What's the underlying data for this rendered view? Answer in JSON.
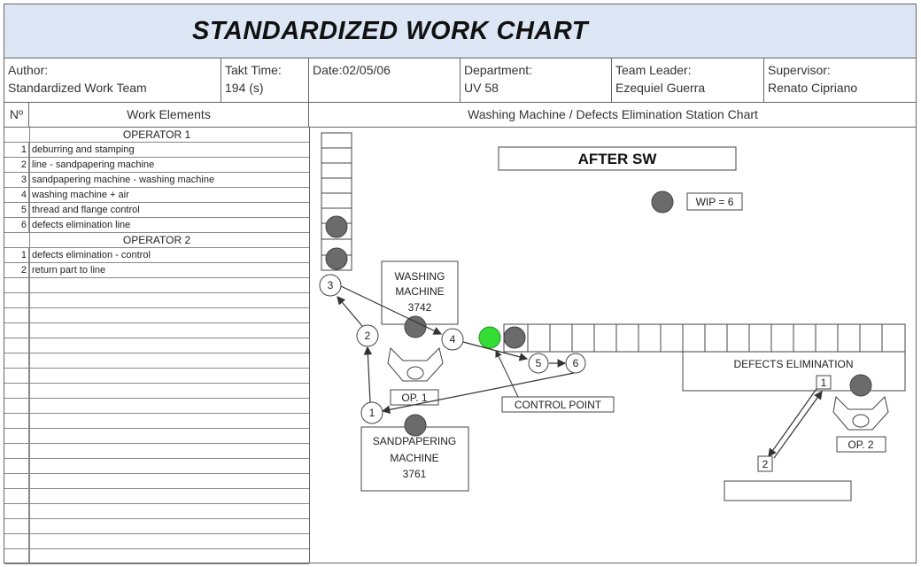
{
  "title": "STANDARDIZED WORK CHART",
  "header": {
    "author_label": "Author:",
    "author_value": "Standardized Work Team",
    "takt_label": "Takt Time:",
    "takt_value": "194 (s)",
    "date_label": "Date:02/05/06",
    "department_label": "Department:",
    "department_value": "UV 58",
    "team_leader_label": "Team Leader:",
    "team_leader_value": "Ezequiel Guerra",
    "supervisor_label": "Supervisor:",
    "supervisor_value": "Renato Cipriano"
  },
  "columns": {
    "no": "Nº",
    "elements": "Work Elements",
    "chart": "Washing Machine / Defects Elimination Station Chart"
  },
  "operator1": {
    "label": "OPERATOR 1",
    "steps": [
      {
        "n": "1",
        "text": "deburring and stamping"
      },
      {
        "n": "2",
        "text": "line - sandpapering machine"
      },
      {
        "n": "3",
        "text": "sandpapering machine - washing machine"
      },
      {
        "n": "4",
        "text": "washing machine + air"
      },
      {
        "n": "5",
        "text": "thread and flange control"
      },
      {
        "n": "6",
        "text": "defects elimination line"
      }
    ]
  },
  "operator2": {
    "label": "OPERATOR 2",
    "steps": [
      {
        "n": "1",
        "text": "defects elimination - control"
      },
      {
        "n": "2",
        "text": "return part to line"
      }
    ]
  },
  "diagram": {
    "after_sw": "AFTER SW",
    "wip": "WIP = 6",
    "washing_machine": [
      "WASHING",
      "MACHINE",
      "3742"
    ],
    "sandpapering_machine": [
      "SANDPAPERING",
      "MACHINE",
      "3761"
    ],
    "defects_elimination": "DEFECTS ELIMINATION",
    "control_point": "CONTROL POINT",
    "op1": "OP. 1",
    "op2": "OP. 2",
    "op1_steps": [
      "1",
      "2",
      "3",
      "4",
      "5",
      "6"
    ],
    "op2_steps": [
      "1",
      "2"
    ]
  },
  "colors": {
    "title_bg": "#dce6f4",
    "part": "#6b6b6b",
    "control_point": "#33dd33"
  }
}
